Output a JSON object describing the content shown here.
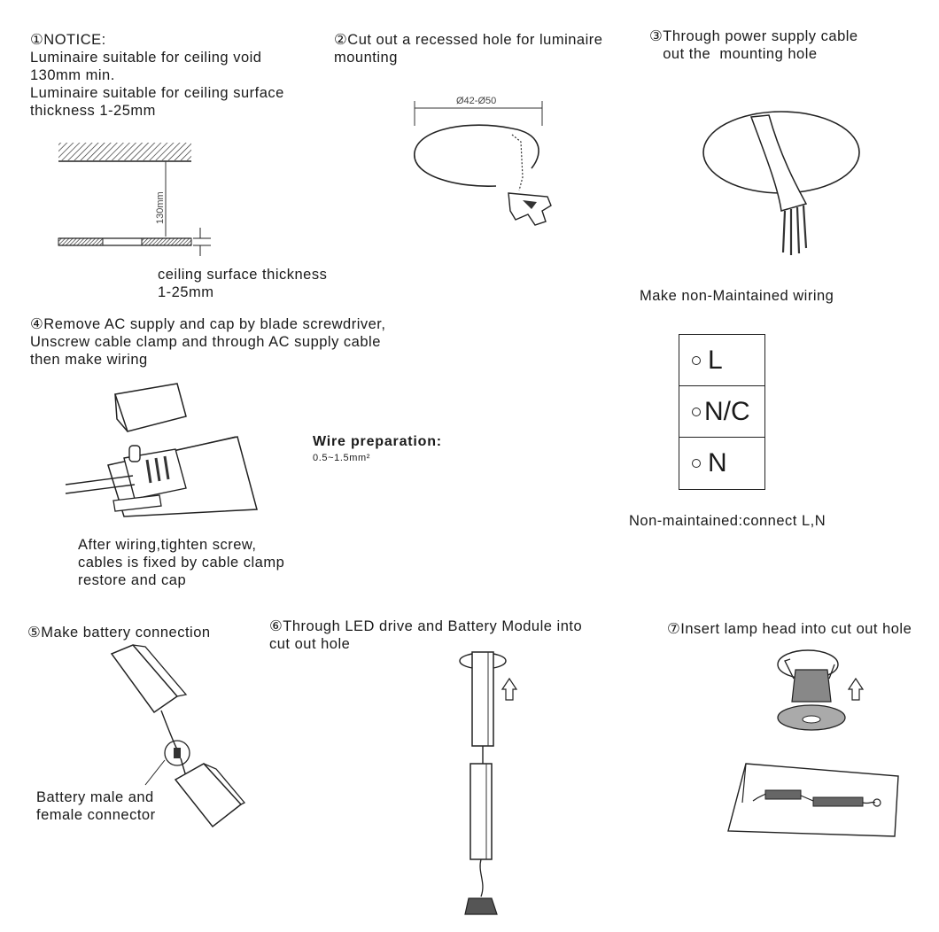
{
  "step1": {
    "lines": [
      "①NOTICE:",
      "Luminaire suitable for ceiling void",
      "130mm min.",
      "Luminaire suitable for ceiling surface",
      "thickness 1-25mm"
    ],
    "void_dimension": "130mm",
    "thickness_caption": [
      "ceiling surface thickness",
      " 1-25mm"
    ]
  },
  "step2": {
    "lines": [
      "②Cut out a recessed hole for luminaire",
      "mounting"
    ],
    "diameter_label": "Ø42-Ø50"
  },
  "step3": {
    "lines": [
      "③Through power supply cable",
      "   out the  mounting hole"
    ]
  },
  "wiring_mode_title": "Make non-Maintained wiring",
  "terminals": [
    "L",
    "N/C",
    "N"
  ],
  "wiring_mode_note": "Non-maintained:connect L,N",
  "step4": {
    "lines": [
      "④Remove AC supply and cap by blade screwdriver,",
      "Unscrew cable clamp  and through AC supply cable",
      "then make wiring"
    ],
    "after_lines": [
      "After wiring,tighten screw,",
      "cables is fixed by cable clamp",
      "restore and cap"
    ]
  },
  "wire_preparation": {
    "title": "Wire preparation:",
    "spec": "0.5~1.5mm²"
  },
  "step5": {
    "lines": [
      "⑤Make battery connection"
    ],
    "caption": [
      "Battery male and",
      "female connector"
    ]
  },
  "step6": {
    "lines": [
      "⑥Through LED drive and Battery Module into",
      "cut out hole"
    ]
  },
  "step7": {
    "lines": [
      "⑦Insert lamp head into cut out hole"
    ]
  }
}
